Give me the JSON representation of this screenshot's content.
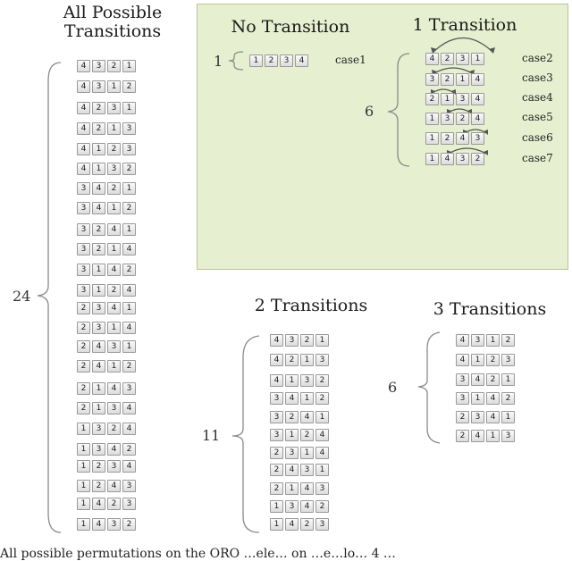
{
  "all": {
    "title": "All Possible Transitions",
    "count": "24",
    "perms": [
      [
        "4",
        "3",
        "2",
        "1"
      ],
      [
        "4",
        "3",
        "1",
        "2"
      ],
      [
        "4",
        "2",
        "3",
        "1"
      ],
      [
        "4",
        "2",
        "1",
        "3"
      ],
      [
        "4",
        "1",
        "2",
        "3"
      ],
      [
        "4",
        "1",
        "3",
        "2"
      ],
      [
        "3",
        "4",
        "2",
        "1"
      ],
      [
        "3",
        "4",
        "1",
        "2"
      ],
      [
        "3",
        "2",
        "4",
        "1"
      ],
      [
        "3",
        "2",
        "1",
        "4"
      ],
      [
        "3",
        "1",
        "4",
        "2"
      ],
      [
        "3",
        "1",
        "2",
        "4"
      ],
      [
        "2",
        "3",
        "4",
        "1"
      ],
      [
        "2",
        "3",
        "1",
        "4"
      ],
      [
        "2",
        "4",
        "3",
        "1"
      ],
      [
        "2",
        "4",
        "1",
        "2"
      ],
      [
        "2",
        "1",
        "4",
        "3"
      ],
      [
        "2",
        "1",
        "3",
        "4"
      ],
      [
        "1",
        "3",
        "2",
        "4"
      ],
      [
        "1",
        "3",
        "4",
        "2"
      ],
      [
        "1",
        "2",
        "3",
        "4"
      ],
      [
        "1",
        "2",
        "4",
        "3"
      ],
      [
        "1",
        "4",
        "2",
        "3"
      ],
      [
        "1",
        "4",
        "3",
        "2"
      ]
    ]
  },
  "no_transition": {
    "title": "No Transition",
    "count": "1",
    "perm": [
      "1",
      "2",
      "3",
      "4"
    ],
    "case": "case1"
  },
  "one_transition": {
    "title": "1 Transition",
    "count": "6",
    "perms": [
      [
        "4",
        "2",
        "3",
        "1"
      ],
      [
        "3",
        "2",
        "1",
        "4"
      ],
      [
        "2",
        "1",
        "3",
        "4"
      ],
      [
        "1",
        "3",
        "2",
        "4"
      ],
      [
        "1",
        "2",
        "4",
        "3"
      ],
      [
        "1",
        "4",
        "3",
        "2"
      ]
    ],
    "cases": [
      "case2",
      "case3",
      "case4",
      "case5",
      "case6",
      "case7"
    ]
  },
  "two_transitions": {
    "title": "2 Transitions",
    "count": "11",
    "perms": [
      [
        "4",
        "3",
        "2",
        "1"
      ],
      [
        "4",
        "2",
        "1",
        "3"
      ],
      [
        "4",
        "1",
        "3",
        "2"
      ],
      [
        "3",
        "4",
        "1",
        "2"
      ],
      [
        "3",
        "2",
        "4",
        "1"
      ],
      [
        "3",
        "1",
        "2",
        "4"
      ],
      [
        "2",
        "3",
        "1",
        "4"
      ],
      [
        "2",
        "4",
        "3",
        "1"
      ],
      [
        "2",
        "1",
        "4",
        "3"
      ],
      [
        "1",
        "3",
        "4",
        "2"
      ],
      [
        "1",
        "4",
        "2",
        "3"
      ]
    ]
  },
  "three_transitions": {
    "title": "3 Transitions",
    "count": "6",
    "perms": [
      [
        "4",
        "3",
        "1",
        "2"
      ],
      [
        "4",
        "1",
        "2",
        "3"
      ],
      [
        "3",
        "4",
        "2",
        "1"
      ],
      [
        "3",
        "1",
        "4",
        "2"
      ],
      [
        "2",
        "3",
        "4",
        "1"
      ],
      [
        "2",
        "4",
        "1",
        "3"
      ]
    ]
  },
  "caption": "All possible permutations on the ORO …ele… on …e…lo… 4 …"
}
